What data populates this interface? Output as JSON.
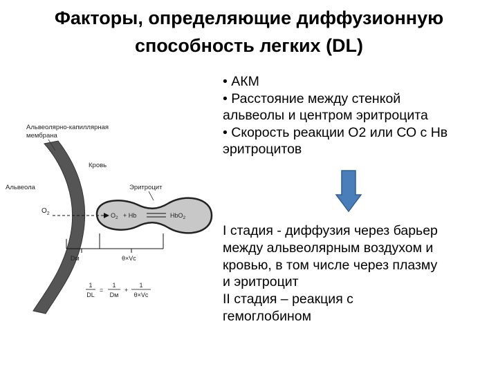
{
  "title": {
    "line1": "Факторы, определяющие  диффузионную",
    "line2": "способность легких (DL)"
  },
  "bullets": [
    "• АКМ",
    "• Расстояние между стенкой",
    "альвеолы и центром эритроцита",
    "• Скорость реакции О2 или СО с Нв",
    "эритроцитов"
  ],
  "stages": [
    "I стадия - диффузия через барьер",
    "между альвеолярным воздухом и",
    "кровью, в том числе через плазму",
    "и эритроцит",
    "II стадия – реакция с",
    "гемоглобином"
  ],
  "diagram": {
    "membrane_label_1": "Альвеолярно-капиллярная",
    "membrane_label_2": "мембрана",
    "blood_label": "Кровь",
    "alveola_label": "Альвеола",
    "erythrocyte_label": "Эритроцит",
    "o2_label": "O",
    "o2_sub": "2",
    "react_o2": "O",
    "react_o2_sub": "2",
    "react_plus_hb": "+ Hb",
    "react_product": "HbO",
    "react_product_sub": "2",
    "dm_label": "Dм",
    "theta_label": "θ×Vc",
    "formula": {
      "lhs_num": "1",
      "lhs_den": "DL",
      "eq": "=",
      "t1_num": "1",
      "t1_den": "Dм",
      "plus": "+",
      "t2_num": "1",
      "t2_den": "θ×Vc"
    }
  },
  "colors": {
    "arrow_fill": "#4a7ebb",
    "arrow_stroke": "#2f5d95",
    "membrane": "#555555",
    "erythrocyte": "#c8c8c8"
  }
}
